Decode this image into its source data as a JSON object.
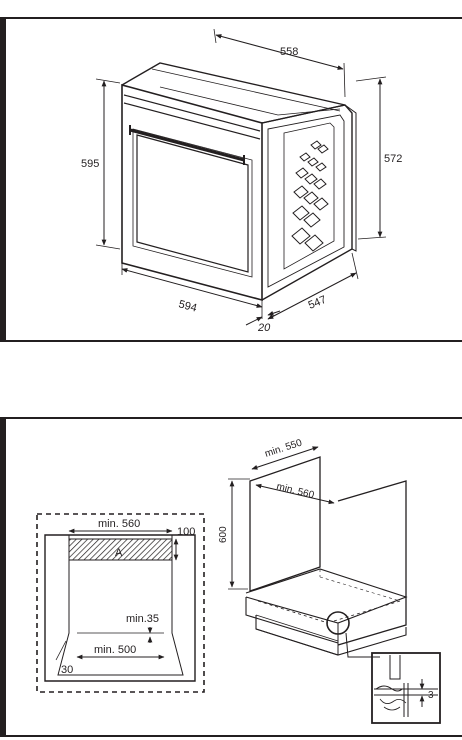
{
  "oven_dimensions": {
    "depth_top": "558",
    "height_front": "595",
    "height_side": "572",
    "width_front": "594",
    "depth_side": "547",
    "door_thickness": "20"
  },
  "installation": {
    "cabinet_depth": "min. 550",
    "cabinet_width": "min. 560",
    "cabinet_height": "600",
    "front_width": "min. 560",
    "top_gap": "100",
    "area_label": "A",
    "vent_height": "min.35",
    "vent_width": "min. 500",
    "vent_side": "30",
    "detail_gap": "3"
  },
  "colors": {
    "line": "#231f20",
    "accent_bar": "#231f20"
  }
}
